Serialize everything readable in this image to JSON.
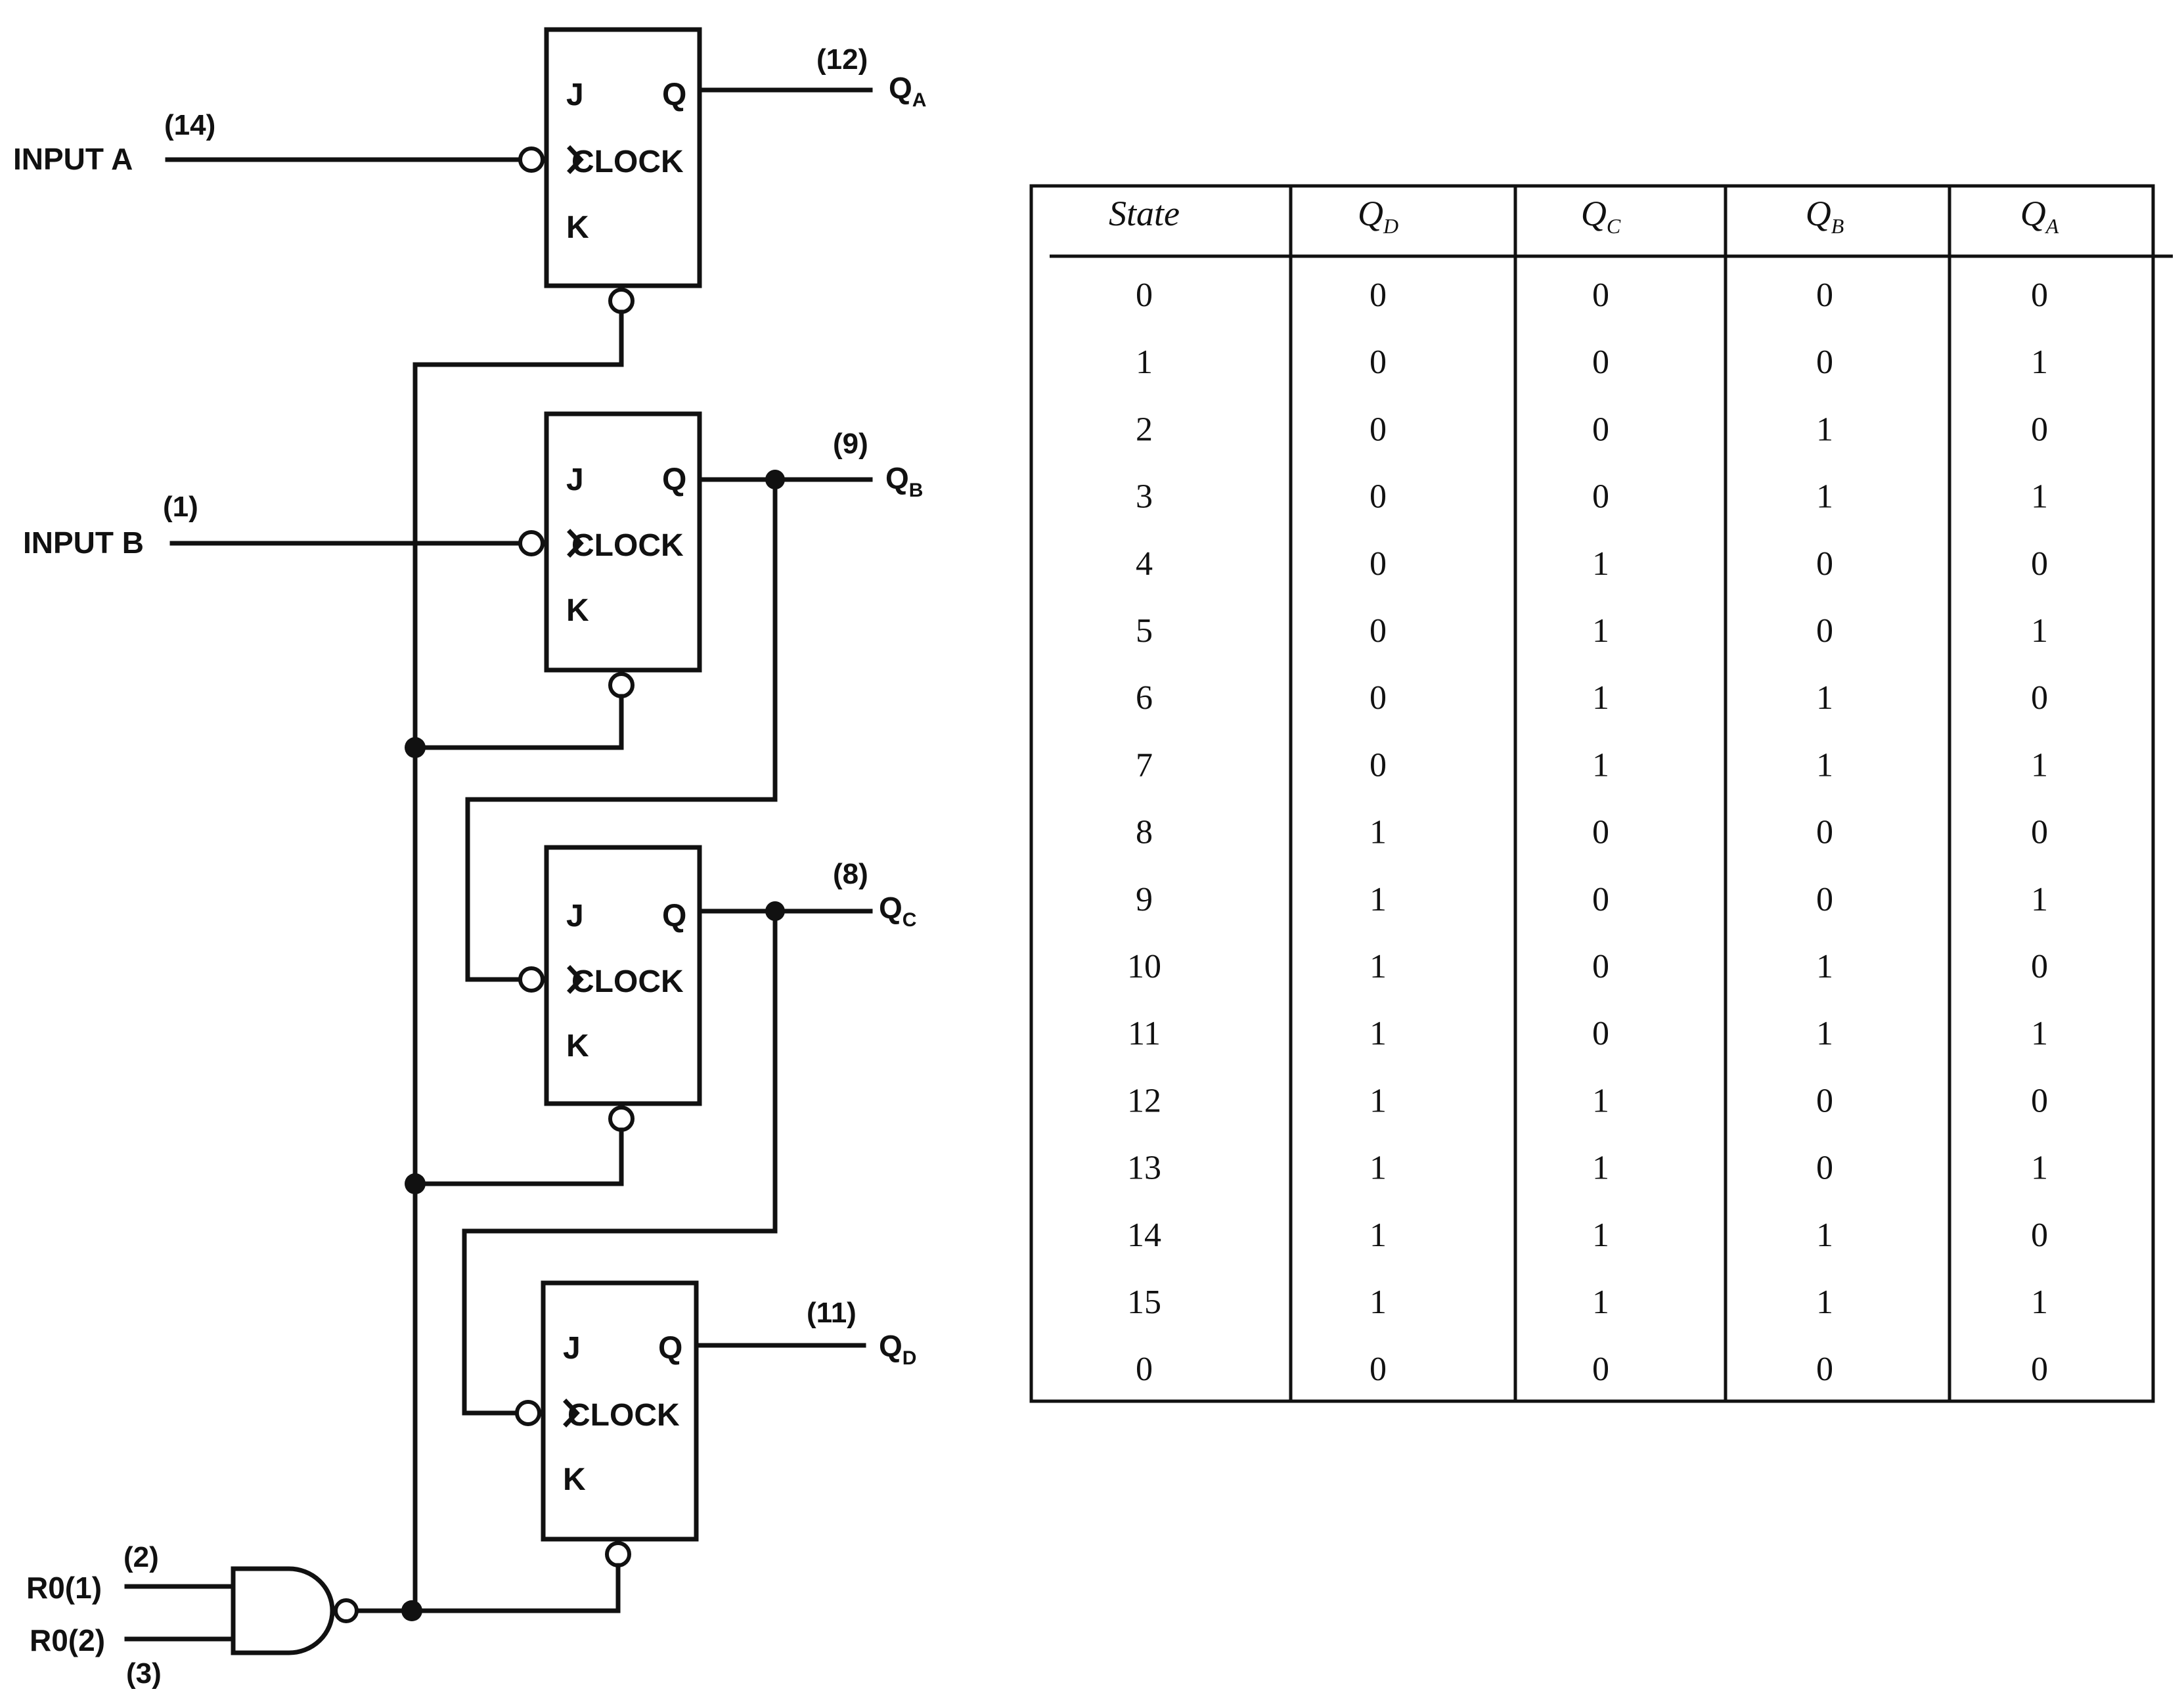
{
  "inputs": {
    "a_label": "INPUT A",
    "a_pin": "(14)",
    "b_label": "INPUT B",
    "b_pin": "(1)",
    "r01_label": "R0(1)",
    "r01_pin": "(2)",
    "r02_label": "R0(2)",
    "r02_pin": "(3)"
  },
  "flipflop_labels": {
    "j": "J",
    "q": "Q",
    "clock": "CLOCK",
    "k": "K"
  },
  "outputs": [
    {
      "pin": "(12)",
      "name": "Q",
      "sub": "A"
    },
    {
      "pin": "(9)",
      "name": "Q",
      "sub": "B"
    },
    {
      "pin": "(8)",
      "name": "Q",
      "sub": "C"
    },
    {
      "pin": "(11)",
      "name": "Q",
      "sub": "D"
    }
  ],
  "table": {
    "headers": [
      {
        "text": "State",
        "sub": ""
      },
      {
        "text": "Q",
        "sub": "D"
      },
      {
        "text": "Q",
        "sub": "C"
      },
      {
        "text": "Q",
        "sub": "B"
      },
      {
        "text": "Q",
        "sub": "A"
      }
    ],
    "rows": [
      [
        "0",
        "0",
        "0",
        "0",
        "0"
      ],
      [
        "1",
        "0",
        "0",
        "0",
        "1"
      ],
      [
        "2",
        "0",
        "0",
        "1",
        "0"
      ],
      [
        "3",
        "0",
        "0",
        "1",
        "1"
      ],
      [
        "4",
        "0",
        "1",
        "0",
        "0"
      ],
      [
        "5",
        "0",
        "1",
        "0",
        "1"
      ],
      [
        "6",
        "0",
        "1",
        "1",
        "0"
      ],
      [
        "7",
        "0",
        "1",
        "1",
        "1"
      ],
      [
        "8",
        "1",
        "0",
        "0",
        "0"
      ],
      [
        "9",
        "1",
        "0",
        "0",
        "1"
      ],
      [
        "10",
        "1",
        "0",
        "1",
        "0"
      ],
      [
        "11",
        "1",
        "0",
        "1",
        "1"
      ],
      [
        "12",
        "1",
        "1",
        "0",
        "0"
      ],
      [
        "13",
        "1",
        "1",
        "0",
        "1"
      ],
      [
        "14",
        "1",
        "1",
        "1",
        "0"
      ],
      [
        "15",
        "1",
        "1",
        "1",
        "1"
      ],
      [
        "0",
        "0",
        "0",
        "0",
        "0"
      ]
    ]
  }
}
